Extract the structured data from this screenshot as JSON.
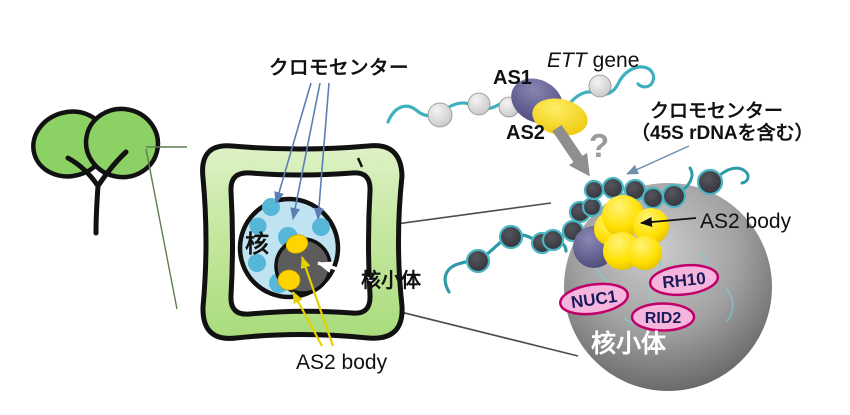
{
  "cell_view": {
    "chromocenter_label": "クロモセンター",
    "nucleus_label": "核",
    "nucleolus_label": "核小体",
    "as2_body_label": "AS2 body"
  },
  "gene_diagram": {
    "as1_label": "AS1",
    "as2_label": "AS2",
    "gene_italic": "ETT",
    "gene_word": "gene",
    "question_mark": "?"
  },
  "magnified_view": {
    "chromocenter_line1": "クロモセンター",
    "chromocenter_line2": "（45S rDNAを含む）",
    "as2_body_label": "AS2 body",
    "nucleolus_label": "核小体",
    "proteins": {
      "nuc1": "NUC1",
      "rh10": "RH10",
      "rid2": "RID2"
    }
  },
  "colors": {
    "leaf_green": "#8cd163",
    "cell_wall_green": "#c9e9a5",
    "nucleus_blue": "#bfe3f0",
    "chromocenter_blue": "#57b7d8",
    "nucleolus_gray": "#5c5c5c",
    "as2_yellow": "#f2c800",
    "as1_purple": "#5a5786",
    "protein_pink": "#f6b5dc",
    "protein_border": "#c0006a",
    "chromatin_teal": "#3fb0bf",
    "leader_blue": "#5b7fb5",
    "zoom_line_gray": "#4d4d4d"
  }
}
